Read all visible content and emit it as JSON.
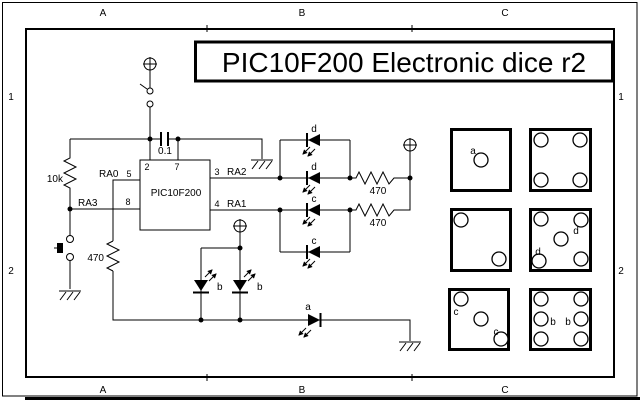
{
  "title": {
    "text": "PIC10F200 Electronic dice r2"
  },
  "frame": {
    "columns": [
      "A",
      "B",
      "C"
    ],
    "rows": [
      "1",
      "2"
    ]
  },
  "schematic": {
    "ic": {
      "name": "PIC10F200",
      "pin_numbers": {
        "vdd": "2",
        "vss": "7",
        "ra0": "5",
        "ra3": "8",
        "ra2": "3",
        "ra1": "4"
      },
      "nets": {
        "ra0": "RA0",
        "ra3": "RA3",
        "ra2": "RA2",
        "ra1": "RA1"
      }
    },
    "values": {
      "capacitor": "0.1",
      "pullup_resistor": "10k",
      "r_ra0": "470",
      "r_ra2": "470",
      "r_ra1": "470"
    },
    "led_labels": {
      "d_top": "d",
      "d_mid": "d",
      "c_mid": "c",
      "c_bottom": "c",
      "b_left": "b",
      "b_right": "b",
      "a": "a"
    }
  },
  "dice": {
    "faces": [
      {
        "value": 1,
        "labels": [
          "a"
        ]
      },
      {
        "value": 4,
        "labels": []
      },
      {
        "value": 2,
        "labels": []
      },
      {
        "value": 5,
        "labels": [
          "d",
          "d"
        ]
      },
      {
        "value": 3,
        "labels": [
          "c",
          "c"
        ]
      },
      {
        "value": 6,
        "labels": [
          "b",
          "b"
        ]
      }
    ]
  }
}
